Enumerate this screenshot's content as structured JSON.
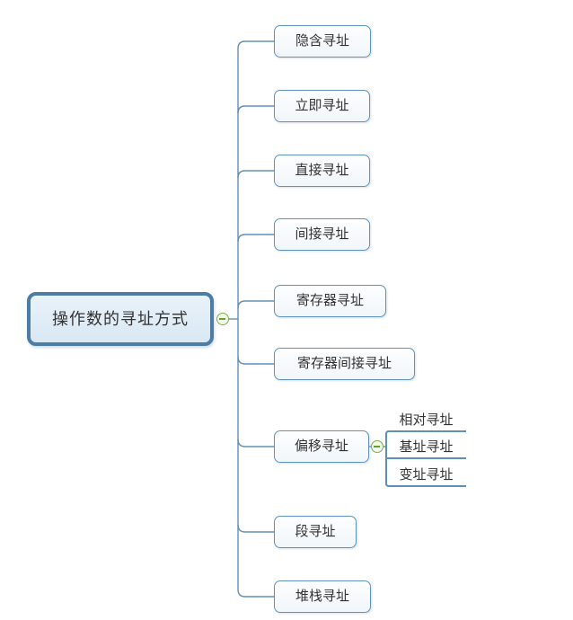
{
  "root": {
    "label": "操作数的寻址方式"
  },
  "branches": [
    {
      "label": "隐含寻址"
    },
    {
      "label": "立即寻址"
    },
    {
      "label": "直接寻址"
    },
    {
      "label": "间接寻址"
    },
    {
      "label": "寄存器寻址"
    },
    {
      "label": "寄存器间接寻址"
    },
    {
      "label": "偏移寻址",
      "children": [
        {
          "label": "相对寻址"
        },
        {
          "label": "基址寻址"
        },
        {
          "label": "变址寻址"
        }
      ]
    },
    {
      "label": "段寻址"
    },
    {
      "label": "堆栈寻址"
    }
  ],
  "collapse_buttons": [
    {
      "name": "root-collapse",
      "state": "expanded",
      "symbol": "−"
    },
    {
      "name": "offset-collapse",
      "state": "expanded",
      "symbol": "−"
    }
  ],
  "colors": {
    "background": "#ffffff",
    "root_border": "#4d7ca7",
    "root_fill": "#dfeaf4",
    "branch_border": "#5f94c0",
    "branch_fill": "#f7fafd",
    "connector": "#6090b8",
    "collapse_green": "#7cb14f",
    "text": "#333333"
  }
}
